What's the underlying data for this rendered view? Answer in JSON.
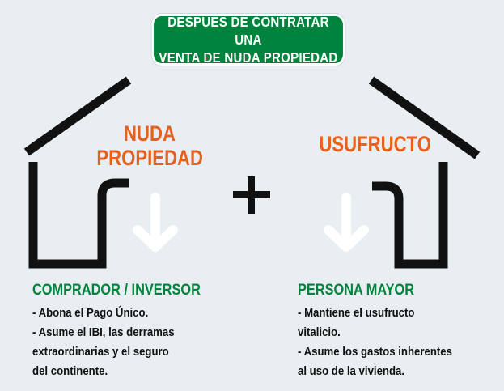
{
  "title": {
    "line1": "DESPUÉS DE CONTRATAR UNA",
    "line2": "VENTA DE NUDA PROPIEDAD"
  },
  "left": {
    "heading_line1": "NUDA",
    "heading_line2": "PROPIEDAD",
    "party": "COMPRADOR / INVERSOR",
    "lines": [
      "- Abona el Pago Único.",
      "- Asume el IBI, las derramas",
      "extraordinarias y el seguro",
      "del continente."
    ]
  },
  "right": {
    "heading": "USUFRUCTO",
    "party": "PERSONA MAYOR",
    "lines": [
      "- Mantiene el usufructo",
      "vitalicio.",
      "- Asume los gastos inherentes",
      "al uso de la vivienda."
    ]
  },
  "colors": {
    "green": "#00843d",
    "orange": "#e8601c",
    "background": "#e9eef2",
    "stroke": "#111111"
  },
  "icons": [
    "plus-icon",
    "down-arrow-icon",
    "house-outline-icon"
  ]
}
